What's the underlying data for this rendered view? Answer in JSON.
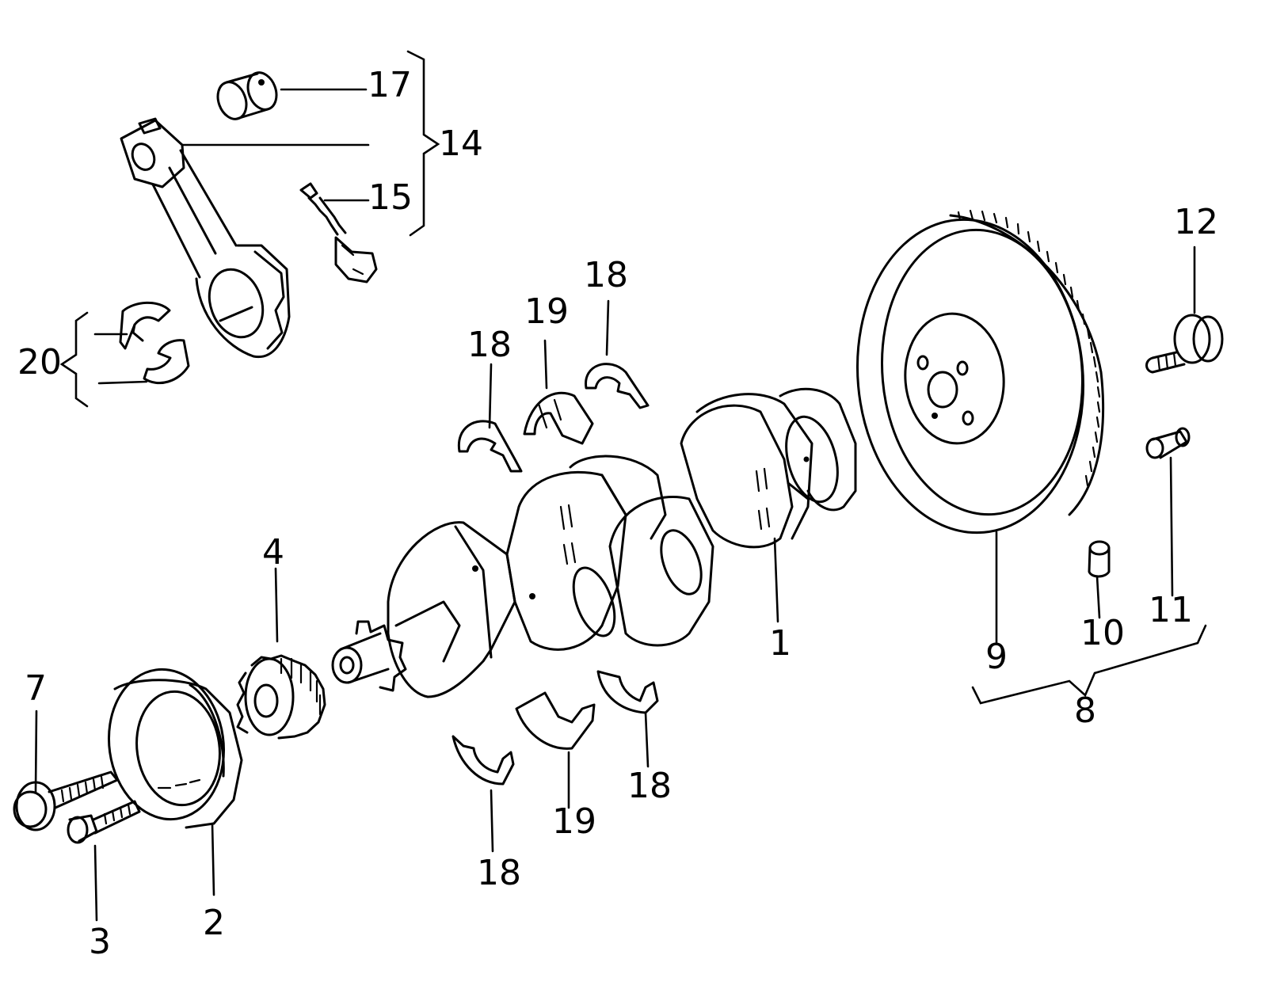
{
  "callouts": {
    "c1": "1",
    "c2": "2",
    "c3": "3",
    "c4": "4",
    "c7": "7",
    "c8": "8",
    "c9": "9",
    "c10": "10",
    "c11": "11",
    "c12": "12",
    "c14": "14",
    "c15": "15",
    "c17": "17",
    "c18": "18",
    "c19": "19",
    "c20": "20"
  }
}
